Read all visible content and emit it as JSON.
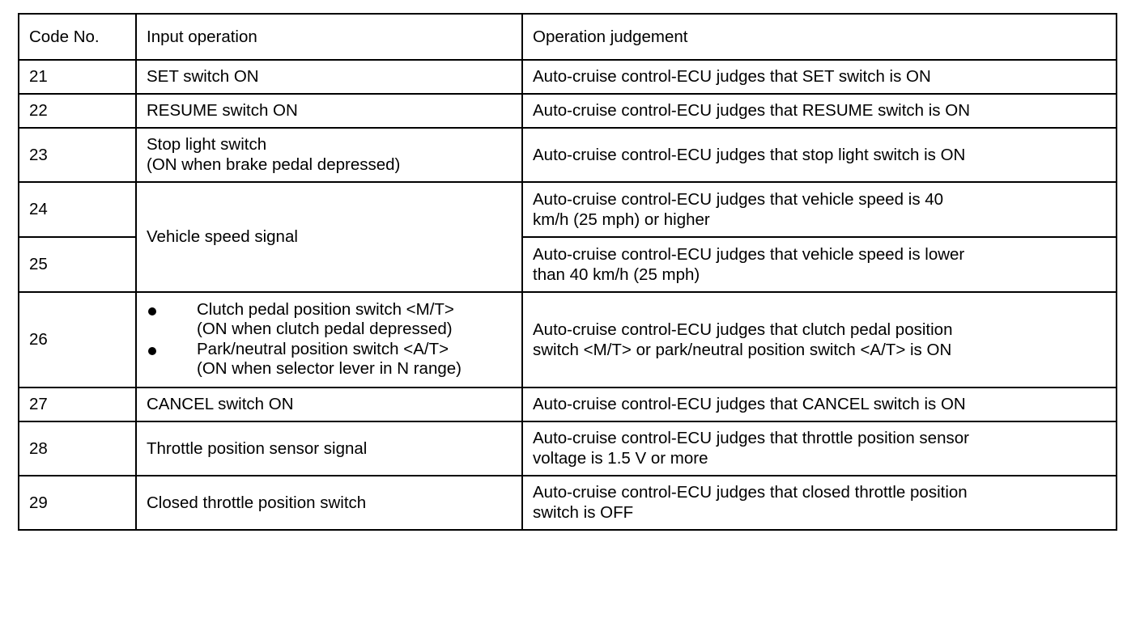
{
  "table": {
    "headers": [
      "Code No.",
      "Input operation",
      "Operation judgement"
    ],
    "rows": [
      {
        "code": "21",
        "input_lines": [
          "SET switch ON"
        ],
        "judgement_lines": [
          "Auto-cruise control-ECU judges that SET switch is ON"
        ]
      },
      {
        "code": "22",
        "input_lines": [
          "RESUME switch ON"
        ],
        "judgement_lines": [
          "Auto-cruise control-ECU judges that RESUME switch is ON"
        ]
      },
      {
        "code": "23",
        "input_lines": [
          "Stop light switch",
          "(ON when brake pedal depressed)"
        ],
        "judgement_lines": [
          "Auto-cruise control-ECU judges that stop light switch is ON"
        ]
      },
      {
        "code": "24",
        "input_lines": [
          "Vehicle speed signal"
        ],
        "input_spans_rows": 2,
        "judgement_lines": [
          "Auto-cruise control-ECU judges that vehicle speed is 40",
          "km/h (25 mph) or higher"
        ]
      },
      {
        "code": "25",
        "input_lines": [],
        "judgement_lines": [
          "Auto-cruise control-ECU judges that vehicle speed is lower",
          "than 40 km/h (25 mph)"
        ]
      },
      {
        "code": "26",
        "bullets": [
          {
            "main": "Clutch pedal position switch <M/T>",
            "sub": "(ON when clutch pedal depressed)"
          },
          {
            "main": "Park/neutral position switch  <A/T>",
            "sub": "(ON when selector lever in N range)"
          }
        ],
        "judgement_lines": [
          "Auto-cruise control-ECU judges that clutch pedal position",
          "switch <M/T> or park/neutral position switch <A/T> is ON"
        ]
      },
      {
        "code": "27",
        "input_lines": [
          "CANCEL switch ON"
        ],
        "judgement_lines": [
          "Auto-cruise control-ECU judges that CANCEL switch is ON"
        ]
      },
      {
        "code": "28",
        "input_lines": [
          "Throttle position sensor signal"
        ],
        "judgement_lines": [
          "Auto-cruise control-ECU judges that throttle position sensor",
          "voltage is 1.5 V or more"
        ]
      },
      {
        "code": "29",
        "input_lines": [
          "Closed throttle position switch"
        ],
        "judgement_lines": [
          "Auto-cruise control-ECU judges that closed throttle position",
          "switch is OFF"
        ]
      }
    ]
  },
  "colors": {
    "border": "#000000",
    "text": "#000000",
    "background": "#ffffff"
  }
}
